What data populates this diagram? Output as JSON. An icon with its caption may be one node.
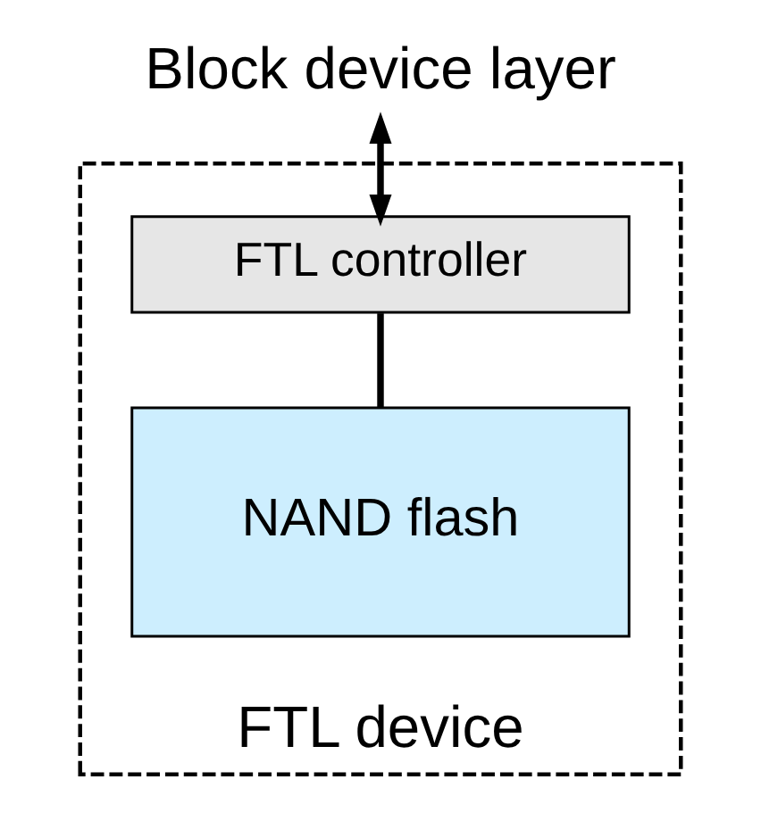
{
  "diagram": {
    "nodes": [
      {
        "text": [
          "Block device layer"
        ]
      },
      {
        "text": [
          "FTL device"
        ]
      },
      {
        "text": [
          "FTL controller"
        ],
        "in": 1
      },
      {
        "text": [
          "NAND flash"
        ],
        "in": 1
      }
    ],
    "edges": [
      {
        "from": 0,
        "to": 2,
        "arrow": "both"
      },
      {
        "from": 2,
        "to": 3,
        "arrow": "none"
      }
    ]
  }
}
